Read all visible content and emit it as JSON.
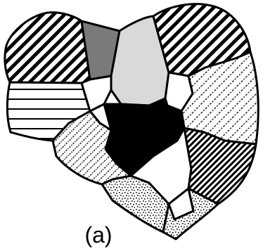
{
  "figure": {
    "panel_label": "(a)",
    "region_count": 17,
    "fills": {
      "outline": "#000000",
      "black": "#000000",
      "dark_gray": "#7a7a7a",
      "light_gray": "#d9d9d9",
      "white": "#ffffff"
    },
    "regions": [
      {
        "name": "top-left-region",
        "fill": "diagonal-stripes-thick"
      },
      {
        "name": "top-center-left-region",
        "fill": "dark-gray-solid"
      },
      {
        "name": "top-center-region",
        "fill": "light-gray-solid"
      },
      {
        "name": "top-right-region",
        "fill": "diagonal-stripes-thick"
      },
      {
        "name": "left-region",
        "fill": "horizontal-stripes"
      },
      {
        "name": "inner-left-region",
        "fill": "white"
      },
      {
        "name": "small-top-center-region",
        "fill": "white"
      },
      {
        "name": "small-right-region",
        "fill": "white"
      },
      {
        "name": "right-region",
        "fill": "diagonal-dashed"
      },
      {
        "name": "center-region",
        "fill": "black-solid"
      },
      {
        "name": "small-center-left-region",
        "fill": "white"
      },
      {
        "name": "lower-left-region",
        "fill": "diagonal-dotted-lines"
      },
      {
        "name": "lower-center-region",
        "fill": "white"
      },
      {
        "name": "lower-right-region",
        "fill": "diagonal-stripes-dense"
      },
      {
        "name": "bottom-left-region",
        "fill": "speckled"
      },
      {
        "name": "bottom-center-region",
        "fill": "white"
      },
      {
        "name": "bottom-right-region",
        "fill": "speckled"
      }
    ]
  }
}
